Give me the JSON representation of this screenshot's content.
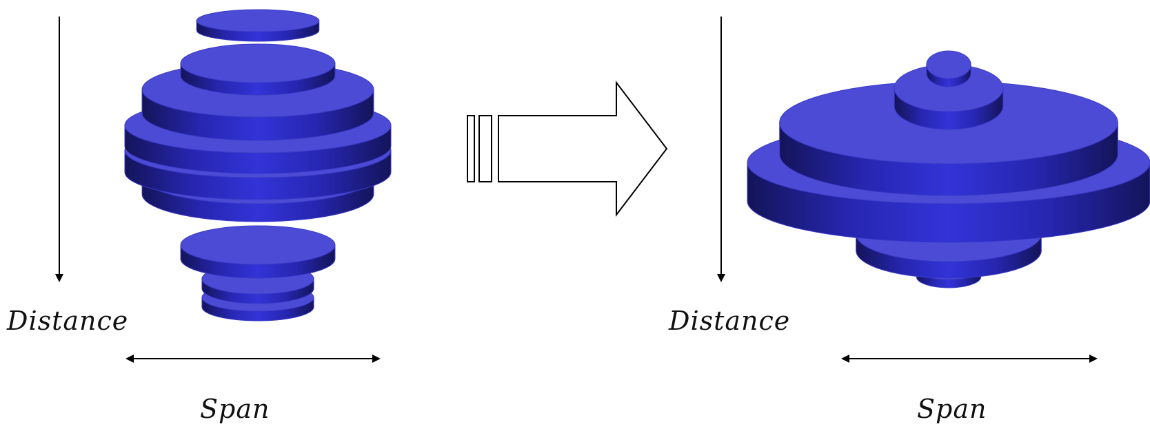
{
  "diagram": {
    "left_panel": {
      "distance_label": "Distance",
      "span_label": "Span",
      "tiers": [
        {
          "relative_width": 0.46
        },
        {
          "relative_width": 0.58
        },
        {
          "relative_width": 0.87
        },
        {
          "relative_width": 1.0
        },
        {
          "relative_width": 1.0
        },
        {
          "relative_width": 0.87
        },
        {
          "relative_width": 0.58
        },
        {
          "relative_width": 0.42
        },
        {
          "relative_width": 0.42
        }
      ]
    },
    "right_panel": {
      "distance_label": "Distance",
      "span_label": "Span",
      "tiers": [
        {
          "relative_width": 0.11
        },
        {
          "relative_width": 0.27
        },
        {
          "relative_width": 0.84
        },
        {
          "relative_width": 1.0
        },
        {
          "relative_width": 0.46
        },
        {
          "relative_width": 0.16
        }
      ]
    },
    "transition_arrow": {
      "direction": "right",
      "style": "outline"
    },
    "colors": {
      "disc_top": "#4b4bd6",
      "disc_side_mid": "#2e2ed0",
      "disc_side_dark": "#14145a",
      "line": "#000000",
      "background": "#ffffff"
    }
  }
}
